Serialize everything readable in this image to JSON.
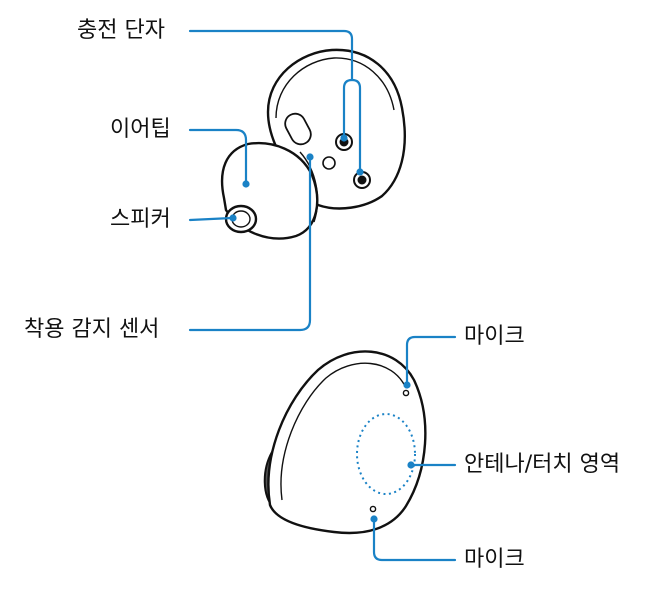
{
  "callouts": {
    "charging_terminal": "충전 단자",
    "eartip": "이어팁",
    "speaker": "스피커",
    "wear_sensor": "착용 감지 센서",
    "mic_top": "마이크",
    "touch_area": "안테나/터치 영역",
    "mic_bottom": "마이크"
  },
  "colors": {
    "leader": "#1a82c6",
    "outline": "#111111",
    "text": "#111111",
    "shadow": "#555555"
  }
}
